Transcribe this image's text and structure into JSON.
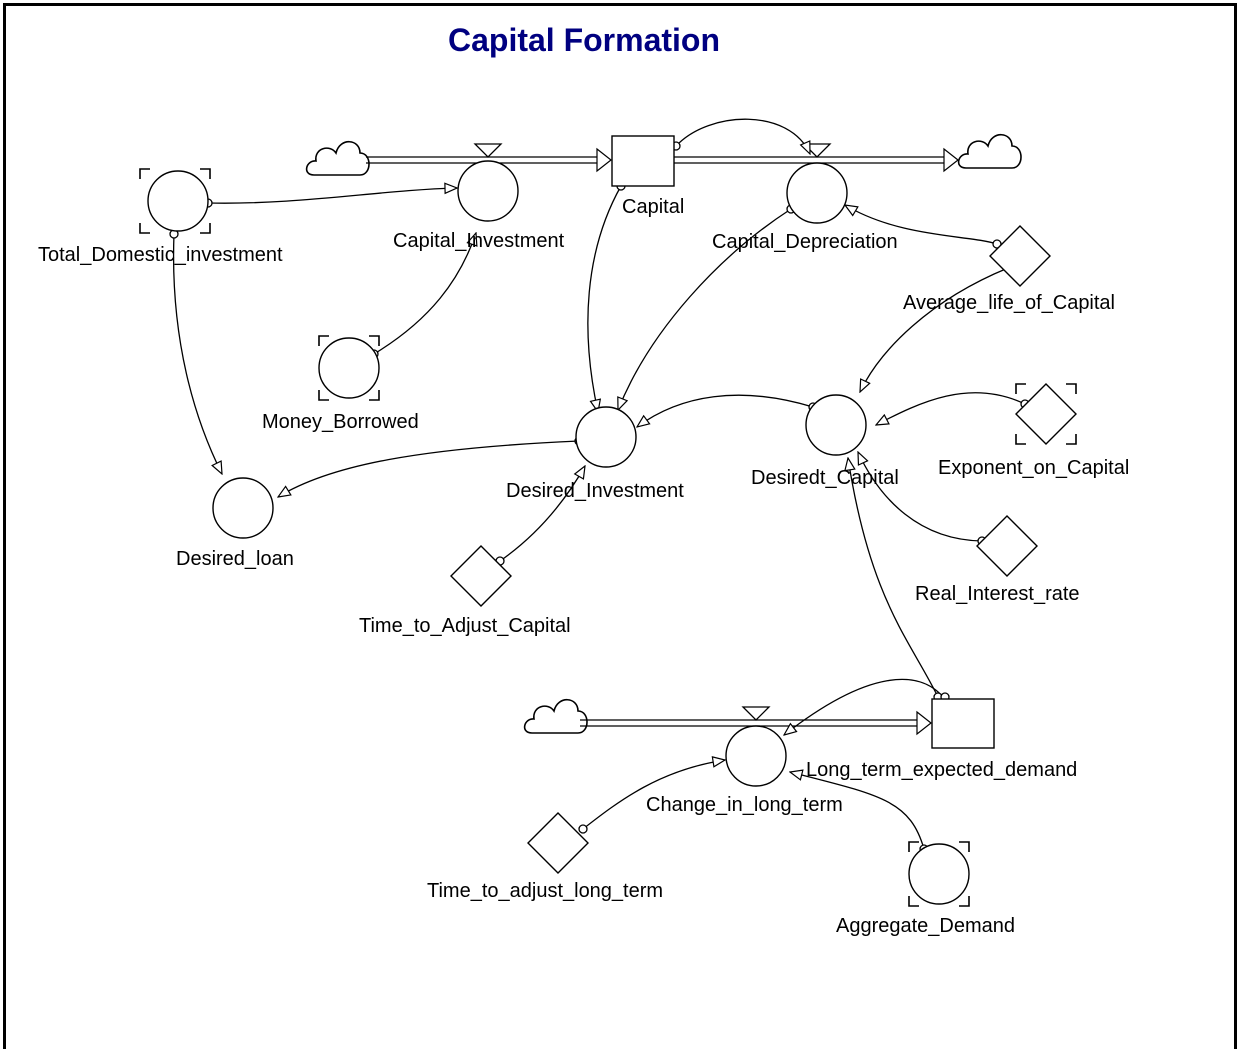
{
  "diagram": {
    "title": "Capital Formation",
    "stocks": {
      "capital": "Capital",
      "long_term_expected_demand": "Long_term_expected_demand"
    },
    "flows": {
      "capital_investment": "Capital_Investment",
      "capital_depreciation": "Capital_Depreciation",
      "change_in_long_term": "Change_in_long_term"
    },
    "auxiliaries": {
      "total_domestic_investment": "Total_Domestic_investment",
      "money_borrowed": "Money_Borrowed",
      "desired_investment": "Desired_Investment",
      "desired_loan": "Desired_loan",
      "desiredt_capital": "Desiredt_Capital",
      "aggregate_demand": "Aggregate_Demand"
    },
    "constants": {
      "average_life_of_capital": "Average_life_of_Capital",
      "exponent_on_capital": "Exponent_on_Capital",
      "real_interest_rate": "Real_Interest_rate",
      "time_to_adjust_capital": "Time_to_Adjust_Capital",
      "time_to_adjust_long_term": "Time_to_adjust_long_term"
    }
  }
}
